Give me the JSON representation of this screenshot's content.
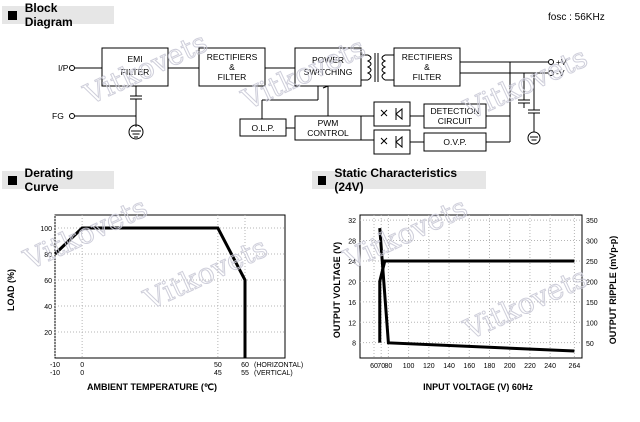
{
  "sections": {
    "block_diagram": "Block Diagram",
    "derating_curve": "Derating Curve",
    "static_characteristics": "Static Characteristics (24V)"
  },
  "fosc": "fosc : 56KHz",
  "block_diagram": {
    "labels": {
      "ip": "I/P",
      "fg": "FG",
      "vplus": "+V",
      "vminus": "-V"
    },
    "blocks": {
      "emi_filter": [
        "EMI",
        "FILTER"
      ],
      "rectifiers_filter_1": [
        "RECTIFIERS",
        "&",
        "FILTER"
      ],
      "power_switching": [
        "POWER",
        "SWITCHING"
      ],
      "rectifiers_filter_2": [
        "RECTIFIERS",
        "&",
        "FILTER"
      ],
      "olp": "O.L.P.",
      "pwm_control": [
        "PWM",
        "CONTROL"
      ],
      "detection_circuit": [
        "DETECTION",
        "CIRCUIT"
      ],
      "ovp": "O.V.P."
    }
  },
  "watermark": "Vitkovets",
  "chart_data": [
    {
      "type": "line",
      "id": "derating",
      "xlabel": "AMBIENT TEMPERATURE (℃)",
      "ylabel": "LOAD (%)",
      "x_ticks_horizontal": [
        "-10",
        "0",
        "50",
        "60"
      ],
      "x_ticks_vertical": [
        "-10",
        "0",
        "45",
        "55"
      ],
      "x_tick_note_horizontal": "(HORIZONTAL)",
      "x_tick_note_vertical": "(VERTICAL)",
      "y_ticks": [
        "20",
        "40",
        "60",
        "80",
        "100"
      ],
      "xlim": [
        -10,
        60
      ],
      "ylim": [
        0,
        110
      ],
      "series": [
        {
          "x": [
            -10,
            0,
            50,
            60,
            60
          ],
          "y": [
            80,
            100,
            100,
            60,
            0
          ]
        }
      ]
    },
    {
      "type": "line",
      "id": "static",
      "xlabel": "INPUT VOLTAGE (V) 60Hz",
      "ylabel_left": "OUTPUT VOLTAGE (V)",
      "ylabel_right": "OUTPUT RIPPLE (mVp-p)",
      "x_ticks": [
        "60",
        "70",
        "80",
        "100",
        "120",
        "140",
        "160",
        "180",
        "200",
        "220",
        "240",
        "264"
      ],
      "y_left_ticks": [
        "8",
        "12",
        "16",
        "20",
        "24",
        "28",
        "32"
      ],
      "y_right_ticks": [
        "50",
        "100",
        "150",
        "200",
        "250",
        "300",
        "350"
      ],
      "y_left_lim": [
        5,
        33
      ],
      "y_right_lim": [
        13,
        362
      ],
      "series": [
        {
          "axis": "left",
          "x": [
            68,
            68,
            75,
            264
          ],
          "y": [
            8,
            20,
            24,
            24
          ]
        },
        {
          "axis": "right",
          "x": [
            68,
            80,
            264
          ],
          "y": [
            330,
            50,
            30
          ]
        }
      ]
    }
  ]
}
